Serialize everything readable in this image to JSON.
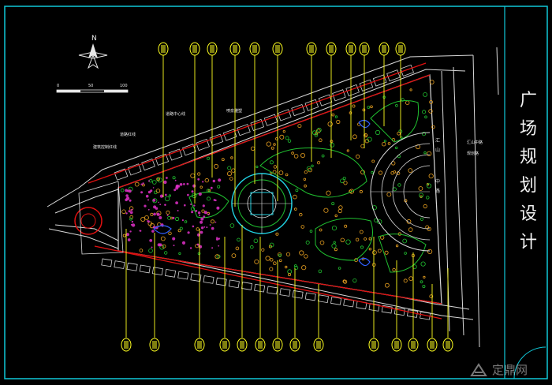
{
  "title": [
    "广",
    "场",
    "规",
    "划",
    "设",
    "计"
  ],
  "north": "N",
  "scale_labels": [
    "0",
    "50",
    "100"
  ],
  "road_label": [
    "汇",
    "山",
    "中",
    "路"
  ],
  "annotations": {
    "center_axis": "道路中心线",
    "road_edge": "道路红线",
    "boundary_line": "建筑控制红线",
    "fountain_note": "喷泉雕塑",
    "right_label": "汇山中路",
    "right_label2": "规划路"
  },
  "watermark": "定鼎网",
  "colors": {
    "frame": "#10c8d8",
    "road": "#d8d8d8",
    "red": "#e01010",
    "tree": "#e8a020",
    "green": "#20c030",
    "magenta": "#e030c8",
    "cyan": "#20d0e0",
    "leader": "#ffff20"
  }
}
